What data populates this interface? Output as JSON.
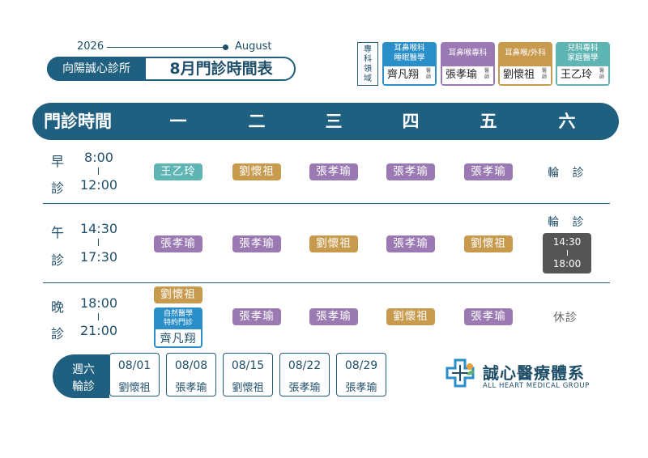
{
  "header": {
    "year": "2026",
    "month_en": "August",
    "clinic_name": "向陽誠心診所",
    "schedule_title": "8月門診時間表"
  },
  "legend": {
    "label": "專科領域",
    "doctors": [
      {
        "specialty": "耳鼻喉科\n睡眠醫學",
        "name": "齊凡翔",
        "suffix": "醫師",
        "color": "#2a8ec9"
      },
      {
        "specialty": "耳鼻喉專科",
        "name": "張孝瑜",
        "suffix": "醫師",
        "color": "#9b79b3"
      },
      {
        "specialty": "耳鼻喉/外科",
        "name": "劉懷祖",
        "suffix": "醫師",
        "color": "#c79a4e"
      },
      {
        "specialty": "兒科專科\n家庭醫學",
        "name": "王乙玲",
        "suffix": "醫師",
        "color": "#5fb4b4"
      }
    ]
  },
  "table": {
    "header_title": "門診時間",
    "days": [
      "一",
      "二",
      "三",
      "四",
      "五",
      "六"
    ],
    "sessions": [
      {
        "label_top": "早",
        "label_bottom": "診",
        "start": "8:00",
        "end": "12:00",
        "cells": [
          "王乙玲",
          "劉懷祖",
          "張孝瑜",
          "張孝瑜",
          "張孝瑜",
          "輪 診"
        ]
      },
      {
        "label_top": "午",
        "label_bottom": "診",
        "start": "14:30",
        "end": "17:30",
        "cells": [
          "張孝瑜",
          "張孝瑜",
          "劉懷祖",
          "張孝瑜",
          "劉懷祖",
          "輪 診"
        ],
        "sat_hours": {
          "start": "14:30",
          "end": "18:00"
        }
      },
      {
        "label_top": "晚",
        "label_bottom": "診",
        "start": "18:00",
        "end": "21:00",
        "cells": [
          "劉懷祖",
          "張孝瑜",
          "張孝瑜",
          "劉懷祖",
          "張孝瑜",
          "休診"
        ],
        "special": {
          "title": "自然醫學\n特約門診",
          "name": "齊凡翔"
        }
      }
    ]
  },
  "rotation": {
    "label_top": "週六",
    "label_bottom": "輪診",
    "items": [
      {
        "date": "08/01",
        "name": "劉懷祖"
      },
      {
        "date": "08/08",
        "name": "張孝瑜"
      },
      {
        "date": "08/15",
        "name": "劉懷祖"
      },
      {
        "date": "08/22",
        "name": "張孝瑜"
      },
      {
        "date": "08/29",
        "name": "張孝瑜"
      }
    ]
  },
  "logo": {
    "name_zh": "誠心醫療體系",
    "name_en": "ALL HEART MEDICAL GROUP"
  }
}
